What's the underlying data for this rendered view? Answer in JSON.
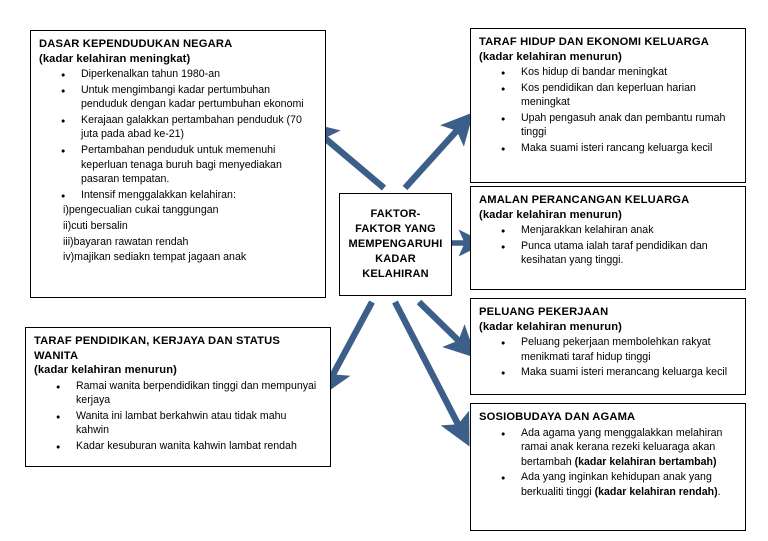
{
  "diagram": {
    "accent_color": "#3c5f8a",
    "border_color": "#000000",
    "background_color": "#ffffff",
    "center": {
      "label": "FAKTOR-\nFAKTOR YANG\nMEMPENGARUHI\nKADAR\nKELAHIRAN"
    },
    "boxes": {
      "dasar": {
        "title": "DASAR KEPENDUDUKAN NEGARA",
        "subtitle": "(kadar kelahiran meningkat)",
        "items": [
          "Diperkenalkan tahun 1980-an",
          "Untuk mengimbangi kadar pertumbuhan penduduk dengan kadar pertumbuhan ekonomi",
          "Kerajaan galakkan pertambahan penduduk (70 juta pada abad ke-21)",
          "Pertambahan penduduk untuk memenuhi keperluan tenaga buruh bagi menyediakan pasaran tempatan.",
          "Intensif menggalakkan kelahiran:"
        ],
        "sub_items": [
          "i)pengecualian cukai tanggungan",
          "ii)cuti bersalin",
          "iii)bayaran rawatan rendah",
          "iv)majikan sediakn tempat jagaan anak"
        ]
      },
      "taraf_pendidikan": {
        "title": "TARAF PENDIDIKAN, KERJAYA DAN STATUS WANITA",
        "subtitle": "(kadar kelahiran menurun)",
        "items": [
          "Ramai wanita berpendidikan tinggi dan mempunyai kerjaya",
          "Wanita ini lambat berkahwin atau tidak mahu kahwin",
          "Kadar kesuburan wanita kahwin lambat rendah"
        ]
      },
      "taraf_hidup": {
        "title": "TARAF HIDUP DAN EKONOMI KELUARGA",
        "subtitle": "(kadar kelahiran menurun)",
        "items": [
          "Kos hidup di bandar meningkat",
          "Kos pendidikan dan keperluan harian meningkat",
          "Upah pengasuh anak dan pembantu rumah tinggi",
          "Maka suami isteri rancang keluarga kecil"
        ]
      },
      "amalan": {
        "title": "AMALAN PERANCANGAN KELUARGA",
        "subtitle": "(kadar kelahiran menurun)",
        "items": [
          "Menjarakkan kelahiran anak",
          "Punca utama ialah taraf pendidikan dan kesihatan yang tinggi."
        ]
      },
      "peluang": {
        "title": "PELUANG PEKERJAAN",
        "subtitle": "(kadar kelahiran menurun)",
        "items": [
          "Peluang pekerjaan membolehkan rakyat menikmati taraf hidup tinggi",
          "Maka suami isteri merancang keluarga kecil"
        ]
      },
      "sosio": {
        "title": "SOSIOBUDAYA DAN AGAMA",
        "items": [
          {
            "text": "Ada agama yang menggalakkan melahiran ramai anak kerana rezeki keluaraga akan bertambah ",
            "bold": "(kadar kelahiran bertambah)",
            "tail": ""
          },
          {
            "text": "Ada yang inginkan kehidupan anak yang berkualiti tinggi ",
            "bold": "(kadar kelahiran rendah)",
            "tail": "."
          }
        ]
      }
    },
    "connectors": [
      {
        "name": "arrow-center-to-dasar",
        "direction": "up-left"
      },
      {
        "name": "arrow-center-to-taraf-hidup",
        "direction": "up-right"
      },
      {
        "name": "arrow-center-to-amalan",
        "direction": "right"
      },
      {
        "name": "arrow-center-to-taraf-pendidikan",
        "direction": "down-left"
      },
      {
        "name": "arrow-center-to-sosio",
        "direction": "down-right-long"
      },
      {
        "name": "arrow-center-to-peluang",
        "direction": "down-right"
      }
    ]
  }
}
